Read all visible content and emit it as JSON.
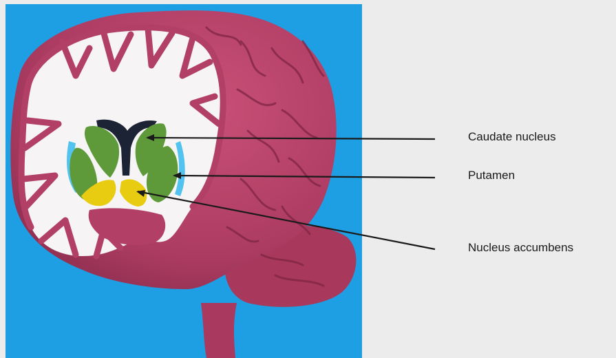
{
  "labels": {
    "caudate": "Caudate nucleus",
    "putamen": "Putamen",
    "accumbens": "Nucleus accumbens"
  },
  "colors": {
    "background_panel": "#1e9fe3",
    "page": "#ececec",
    "brain_surface": "#b23f66",
    "white_matter": "#f6f4f4",
    "caudate_putamen": "#5e9a3a",
    "nucleus_accumbens": "#e7cc12",
    "ventricle": "#1c2334",
    "pointer_line": "#1a1a1a"
  },
  "icons": [
    "brain-coronal-section-illustration"
  ]
}
